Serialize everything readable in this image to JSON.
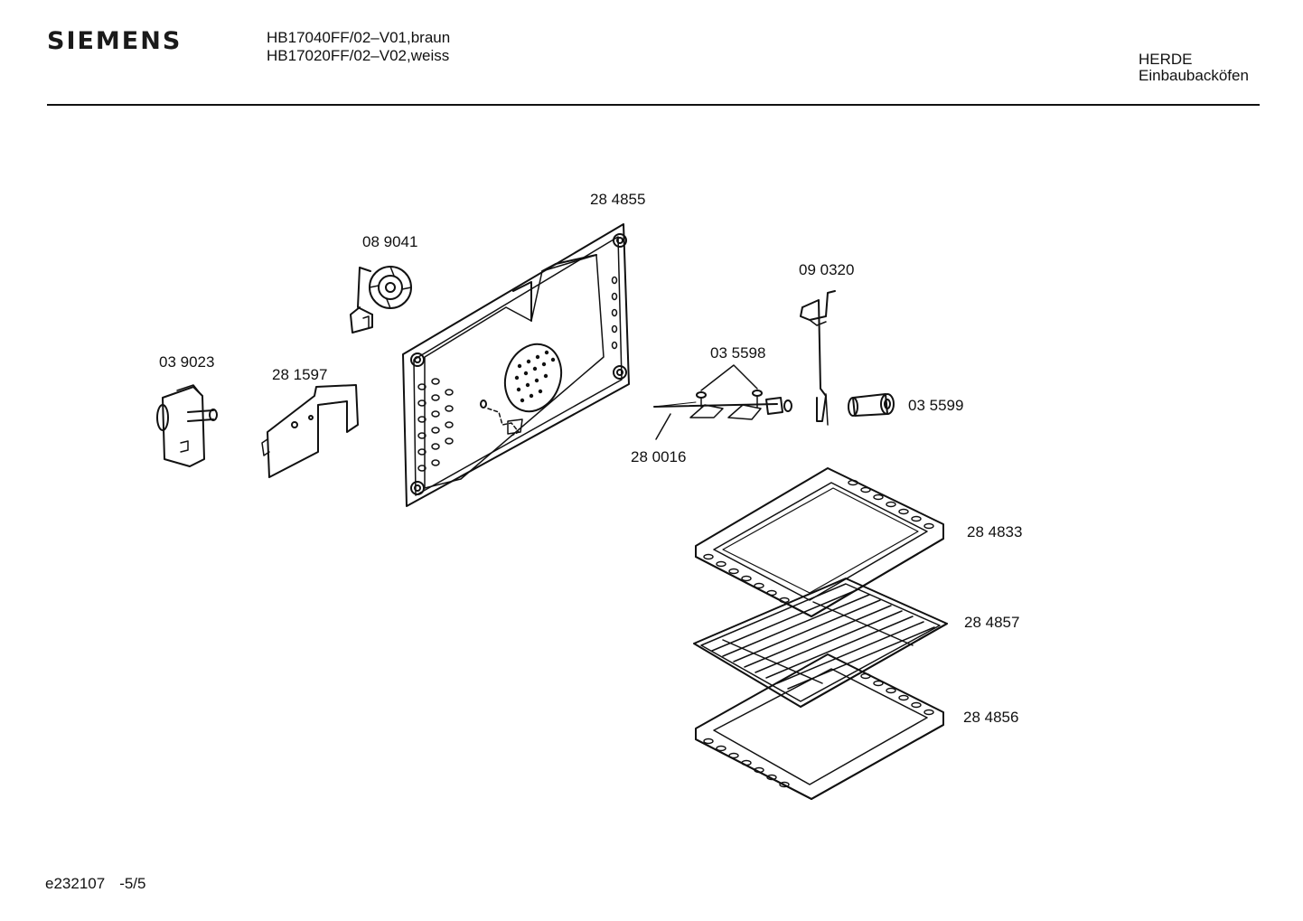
{
  "header": {
    "brand": "SIEMENS",
    "models": [
      "HB17040FF/02–V01,braun",
      "HB17020FF/02–V02,weiss"
    ],
    "category": [
      "HERDE",
      "Einbaubacköfen"
    ]
  },
  "parts": [
    {
      "id": "284855",
      "label": "28 4855",
      "icon": "rear-panel-icon"
    },
    {
      "id": "089041",
      "label": "08 9041",
      "icon": "fan-motor-icon"
    },
    {
      "id": "090320",
      "label": "09 0320",
      "icon": "wire-hook-icon"
    },
    {
      "id": "039023",
      "label": "03 9023",
      "icon": "motor-icon"
    },
    {
      "id": "281597",
      "label": "28 1597",
      "icon": "bracket-icon"
    },
    {
      "id": "035598",
      "label": "03 5598",
      "icon": "screw-icon"
    },
    {
      "id": "035599",
      "label": "03 5599",
      "icon": "handle-icon"
    },
    {
      "id": "280016",
      "label": "28 0016",
      "icon": "spit-icon"
    },
    {
      "id": "284833",
      "label": "28 4833",
      "icon": "baking-tray-icon"
    },
    {
      "id": "284857",
      "label": "28 4857",
      "icon": "grill-rack-icon"
    },
    {
      "id": "284856",
      "label": "28 4856",
      "icon": "baking-tray-icon"
    }
  ],
  "footer": {
    "doc_id": "e232107",
    "page": "-5/5"
  }
}
